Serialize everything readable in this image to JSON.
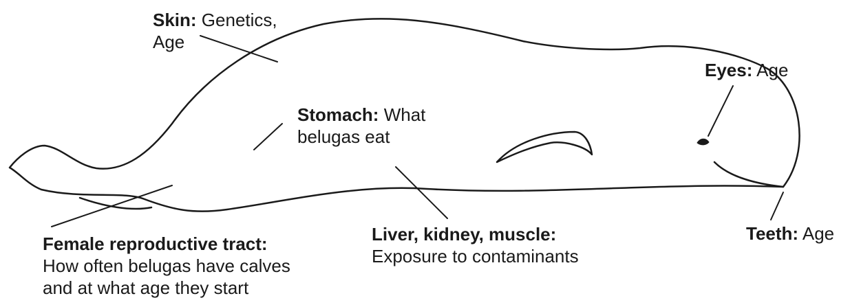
{
  "colors": {
    "line": "#1a1a1a",
    "background": "#ffffff"
  },
  "labels": {
    "skin": {
      "heading": "Skin:",
      "text_1": " Genetics,",
      "text_2": "Age"
    },
    "eyes": {
      "heading": "Eyes:",
      "text": " Age"
    },
    "stomach": {
      "heading": "Stomach:",
      "text_1": " What",
      "text_2": "belugas eat"
    },
    "teeth": {
      "heading": "Teeth:",
      "text": " Age"
    },
    "reproductive": {
      "heading": "Female reproductive tract:",
      "text_1": "How often belugas have calves",
      "text_2": "and at what age they start"
    },
    "organs": {
      "heading": "Liver, kidney, muscle:",
      "text": "Exposure to contaminants"
    }
  }
}
